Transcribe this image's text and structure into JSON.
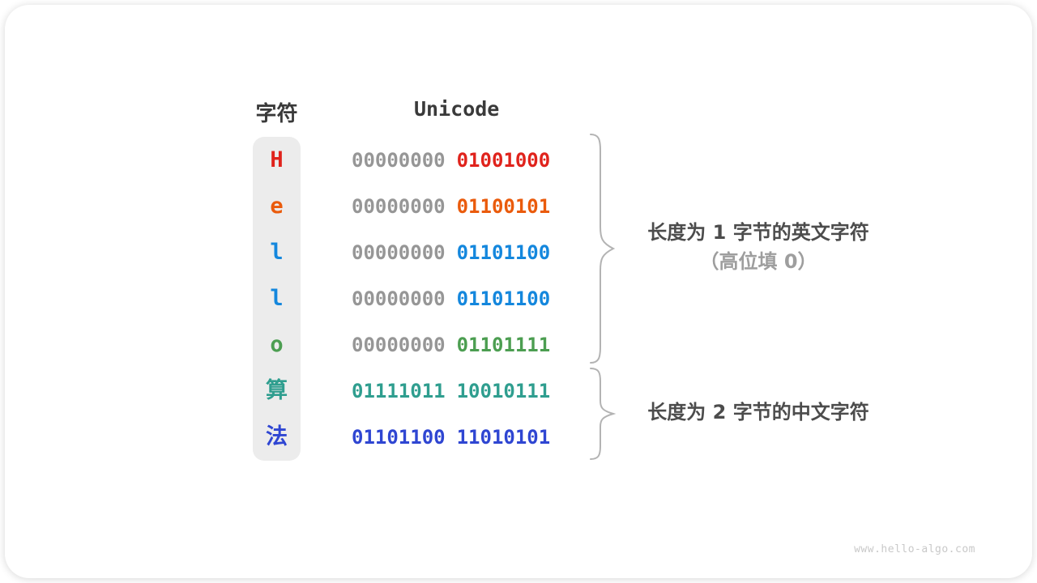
{
  "table": {
    "headers": [
      "字符",
      "Unicode"
    ],
    "rows": [
      {
        "char": "H",
        "char_color": "#e0231c",
        "byte1": "00000000",
        "byte1_color": "#969696",
        "byte2": "01001000",
        "byte2_color": "#e0231c"
      },
      {
        "char": "e",
        "char_color": "#ea5b0c",
        "byte1": "00000000",
        "byte1_color": "#969696",
        "byte2": "01100101",
        "byte2_color": "#ea5b0c"
      },
      {
        "char": "l",
        "char_color": "#1487dd",
        "byte1": "00000000",
        "byte1_color": "#969696",
        "byte2": "01101100",
        "byte2_color": "#1487dd"
      },
      {
        "char": "l",
        "char_color": "#1487dd",
        "byte1": "00000000",
        "byte1_color": "#969696",
        "byte2": "01101100",
        "byte2_color": "#1487dd"
      },
      {
        "char": "o",
        "char_color": "#4c9e51",
        "byte1": "00000000",
        "byte1_color": "#969696",
        "byte2": "01101111",
        "byte2_color": "#4c9e51"
      },
      {
        "char": "算",
        "char_color": "#2f9e8f",
        "byte1": "01111011",
        "byte1_color": "#2f9e8f",
        "byte2": "10010111",
        "byte2_color": "#2f9e8f"
      },
      {
        "char": "法",
        "char_color": "#2f46d2",
        "byte1": "01101100",
        "byte1_color": "#2f46d2",
        "byte2": "11010101",
        "byte2_color": "#2f46d2"
      }
    ]
  },
  "annotations": {
    "english": {
      "line1": "长度为 1 字节的英文字符",
      "line1_color": "#4c4c4c",
      "line2": "（高位填 0）",
      "line2_color": "#9e9e9e"
    },
    "chinese": {
      "line1": "长度为 2 字节的中文字符",
      "line1_color": "#4c4c4c"
    }
  },
  "brace_color": "#b3b3b3",
  "watermark": "www.hello-algo.com"
}
